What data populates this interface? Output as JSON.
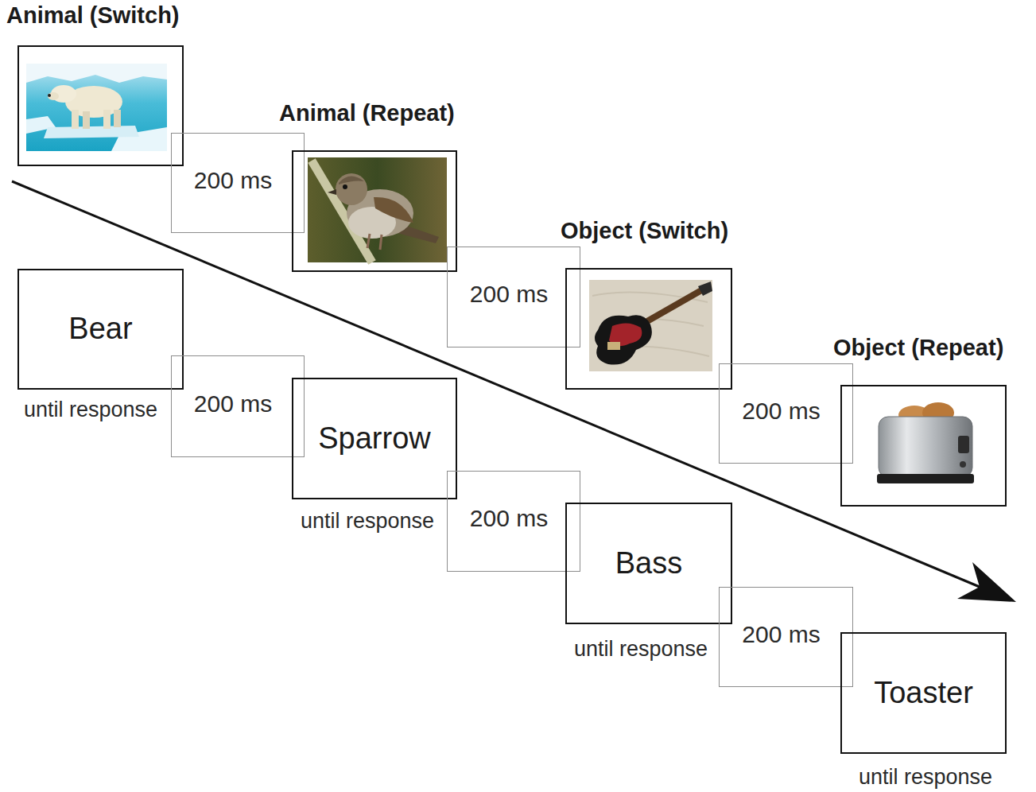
{
  "diagram": {
    "nodes": [
      {
        "text": [
          "Animal (Switch)"
        ]
      },
      {
        "text": [
          "200 ms"
        ]
      },
      {
        "text": [
          "Animal (Repeat)"
        ]
      },
      {
        "text": [
          "200 ms"
        ]
      },
      {
        "text": [
          "Object (Switch)"
        ]
      },
      {
        "text": [
          "200 ms"
        ]
      },
      {
        "text": [
          "Object (Repeat)"
        ]
      },
      {
        "text": [
          "Bear",
          "until response"
        ]
      },
      {
        "text": [
          "200 ms"
        ]
      },
      {
        "text": [
          "Sparrow",
          "until response"
        ]
      },
      {
        "text": [
          "200 ms"
        ]
      },
      {
        "text": [
          "Bass",
          "until response"
        ]
      },
      {
        "text": [
          "200 ms"
        ]
      },
      {
        "text": [
          "Toaster",
          "until response"
        ]
      }
    ]
  }
}
